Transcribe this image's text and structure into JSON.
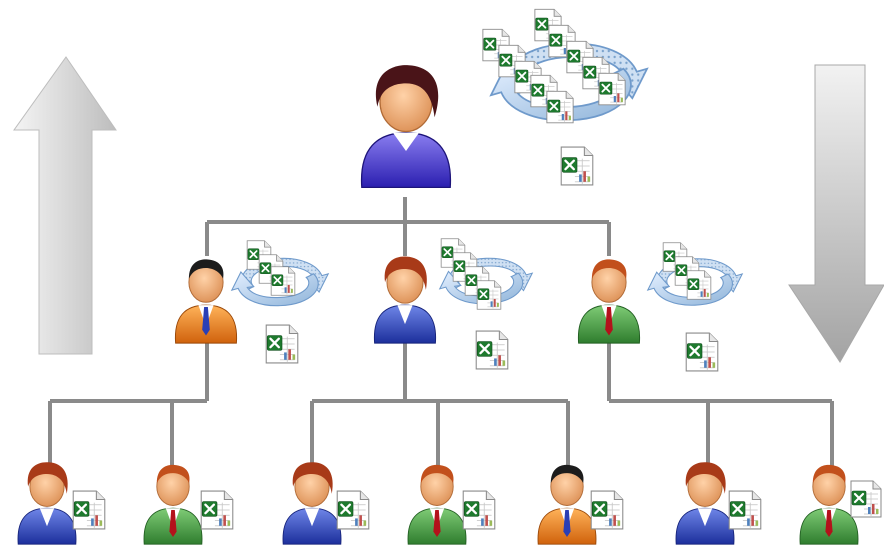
{
  "diagram": {
    "colors": {
      "background": "#ffffff",
      "connector": "#8a8a8a",
      "arrow_light": "#e6e6e6",
      "arrow_dark": "#9e9e9e",
      "excel_green": "#1e7a2e",
      "cycle_blue": "#8fb4d9"
    },
    "icons": {
      "person": "person-icon",
      "spreadsheet": "spreadsheet-icon",
      "cycle": "cycle-arrows-icon",
      "arrow_up": "arrow-up-icon",
      "arrow_down": "arrow-down-icon"
    },
    "people": [
      {
        "id": "top",
        "level": "top",
        "suit": "blue",
        "hair": "brown-female"
      },
      {
        "id": "mid-1",
        "level": "middle",
        "suit": "orange",
        "hair": "black-male"
      },
      {
        "id": "mid-2",
        "level": "middle",
        "suit": "blue",
        "hair": "red-female"
      },
      {
        "id": "mid-3",
        "level": "middle",
        "suit": "green",
        "hair": "orange-male"
      },
      {
        "id": "bottom-1",
        "level": "bottom",
        "suit": "blue",
        "hair": "red-female"
      },
      {
        "id": "bottom-2",
        "level": "bottom",
        "suit": "green",
        "hair": "orange-male"
      },
      {
        "id": "bottom-3",
        "level": "bottom",
        "suit": "blue",
        "hair": "red-female"
      },
      {
        "id": "bottom-4",
        "level": "bottom",
        "suit": "green",
        "hair": "orange-male"
      },
      {
        "id": "bottom-5",
        "level": "bottom",
        "suit": "orange",
        "hair": "black-male"
      },
      {
        "id": "bottom-6",
        "level": "bottom",
        "suit": "blue",
        "hair": "red-female"
      },
      {
        "id": "bottom-7",
        "level": "bottom",
        "suit": "green",
        "hair": "orange-male"
      }
    ],
    "edges": [
      [
        "top",
        "mid-1"
      ],
      [
        "top",
        "mid-2"
      ],
      [
        "top",
        "mid-3"
      ],
      [
        "mid-1",
        "bottom-1"
      ],
      [
        "mid-1",
        "bottom-2"
      ],
      [
        "mid-2",
        "bottom-3"
      ],
      [
        "mid-2",
        "bottom-4"
      ],
      [
        "mid-2",
        "bottom-5"
      ],
      [
        "mid-3",
        "bottom-6"
      ],
      [
        "mid-3",
        "bottom-7"
      ]
    ]
  }
}
